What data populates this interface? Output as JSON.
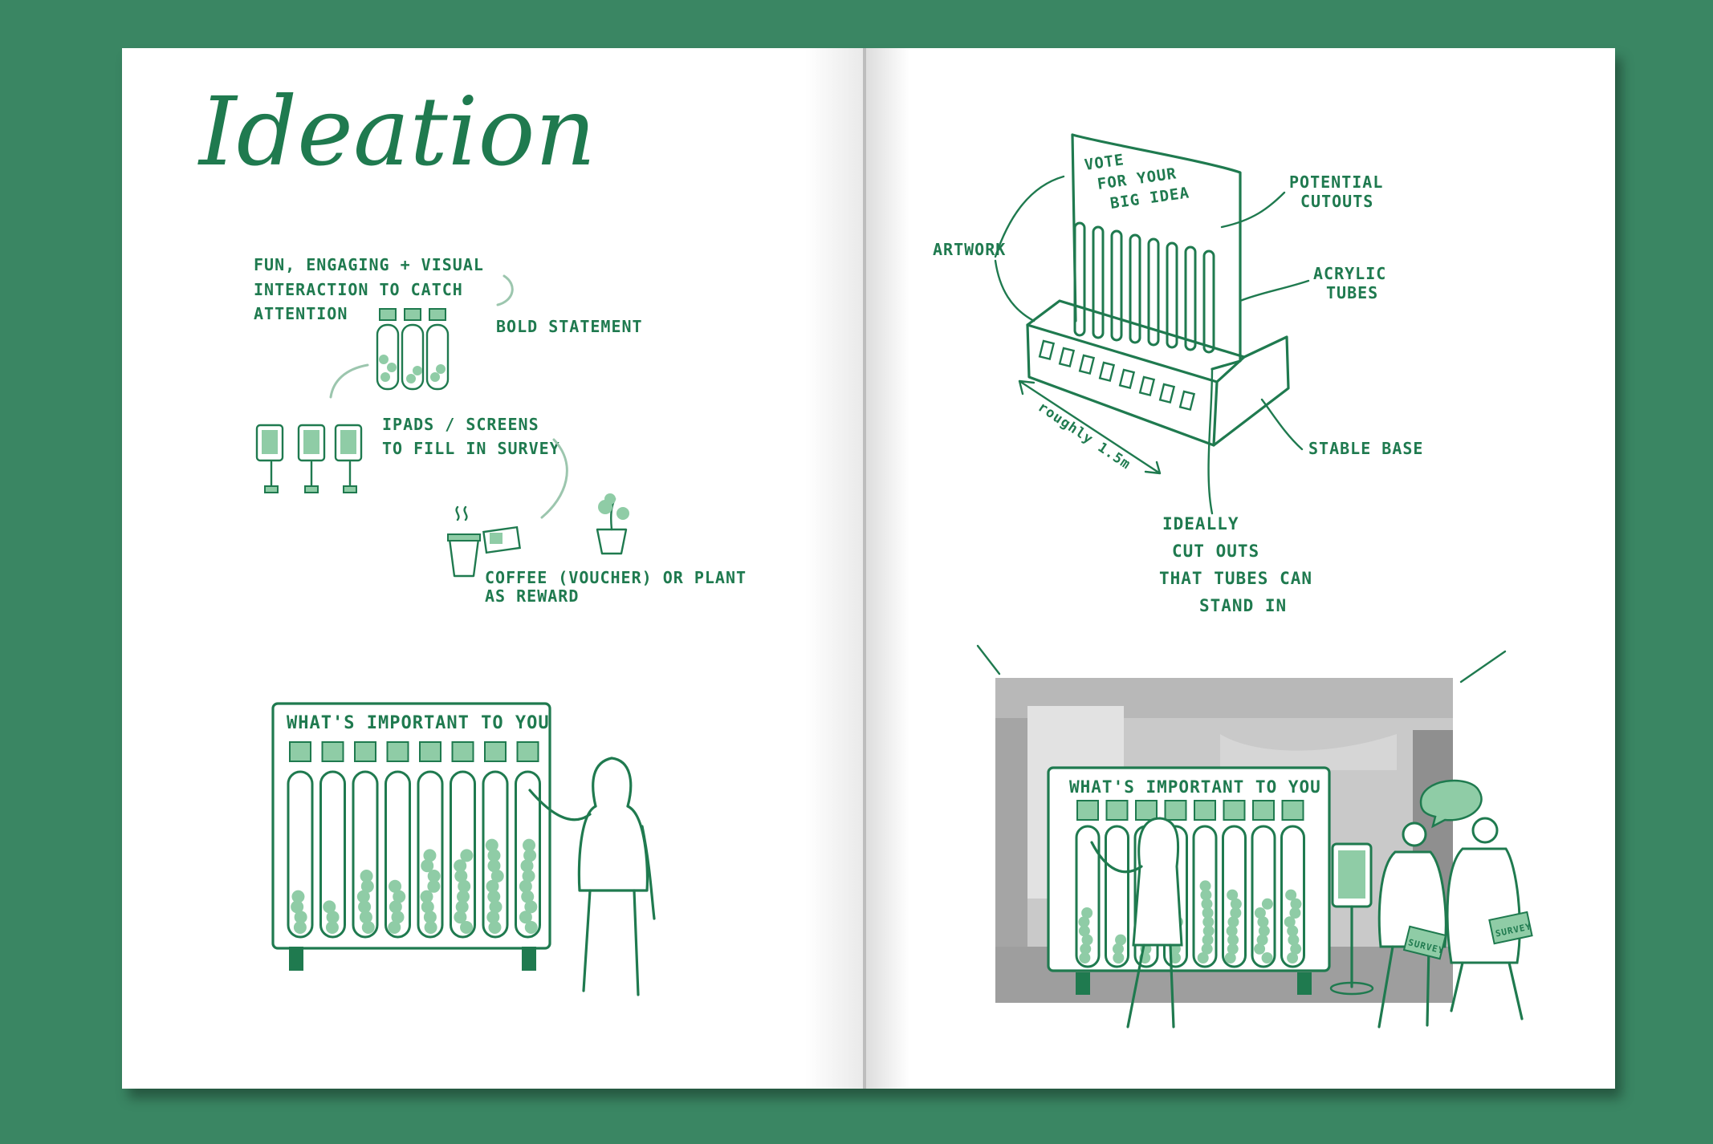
{
  "left_page": {
    "title": "Ideation",
    "notes": {
      "engaging": [
        "FUN, ENGAGING + VISUAL",
        "INTERACTION TO CATCH",
        "ATTENTION"
      ],
      "bold_statement": "BOLD STATEMENT",
      "ipads": [
        "IPADS / SCREENS",
        "TO FILL IN SURVEY"
      ],
      "reward": [
        "COFFEE (VOUCHER) OR PLANT",
        "AS REWARD"
      ]
    },
    "board_title": "WHAT'S IMPORTANT TO YOU"
  },
  "right_page": {
    "sketch_labels": {
      "vote": [
        "VOTE",
        "FOR YOUR",
        "BIG IDEA"
      ],
      "artwork": "ARTWORK",
      "potential_cutouts": [
        "POTENTIAL",
        "CUTOUTS"
      ],
      "acrylic_tubes": [
        "ACRYLIC",
        "TUBES"
      ],
      "roughly": "roughly 1.5m",
      "stable_base": "STABLE BASE",
      "ideally": [
        "IDEALLY",
        "CUT OUTS",
        "THAT TUBES CAN",
        "STAND IN"
      ]
    },
    "board_title": "WHAT'S IMPORTANT TO YOU",
    "survey_labels": [
      "SURVEY",
      "SURVEY"
    ]
  },
  "colors": {
    "background": "#3a8663",
    "ink": "#1f7a4f",
    "ball": "#8fcca6"
  }
}
